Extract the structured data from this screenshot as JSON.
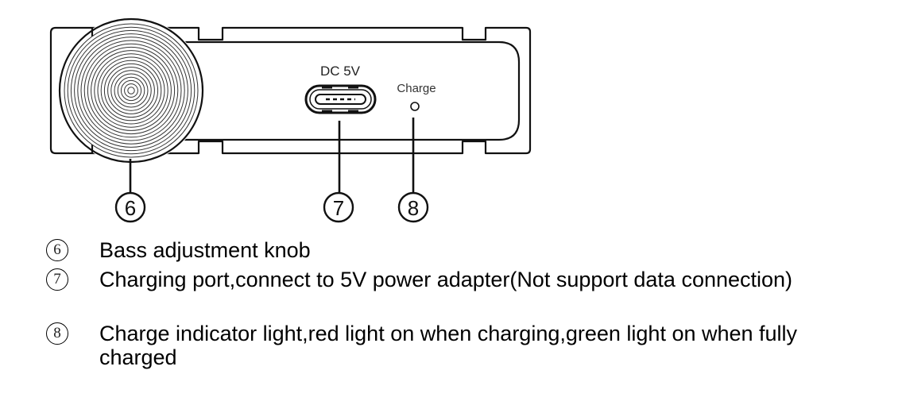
{
  "diagram": {
    "port_label": "DC 5V",
    "led_label": "Charge",
    "callouts": [
      {
        "number": "6",
        "target": "Bass adjustment knob"
      },
      {
        "number": "7",
        "target": "Charging port"
      },
      {
        "number": "8",
        "target": "Charge indicator light"
      }
    ]
  },
  "legend": {
    "items": [
      {
        "number": "6",
        "text": "Bass adjustment knob"
      },
      {
        "number": "7",
        "text": "Charging port,connect to 5V power adapter(Not support data connection)"
      },
      {
        "number": "8",
        "text": "Charge indicator light,red light on when charging,green light on when fully charged"
      }
    ]
  }
}
